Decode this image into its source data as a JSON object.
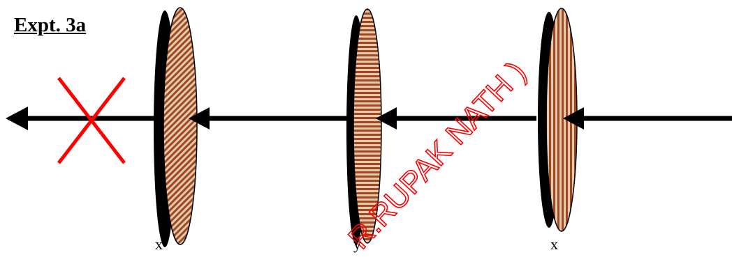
{
  "title": "Expt. 3a",
  "polaroids": [
    {
      "label": "x’",
      "pattern": "diagonal"
    },
    {
      "label": "y",
      "pattern": "horizontal"
    },
    {
      "label": "x",
      "pattern": "vertical"
    }
  ],
  "beam": {
    "direction": "right-to-left",
    "blocked_after": "x’"
  },
  "colors": {
    "filter_stripe": "#a0491e",
    "filter_light": "#e3c9b0",
    "filter_rim": "#000000",
    "arrow": "#000000",
    "cross": "#ff0000",
    "watermark": "#ff0000"
  },
  "watermark": "R.RUPAK NATH )"
}
